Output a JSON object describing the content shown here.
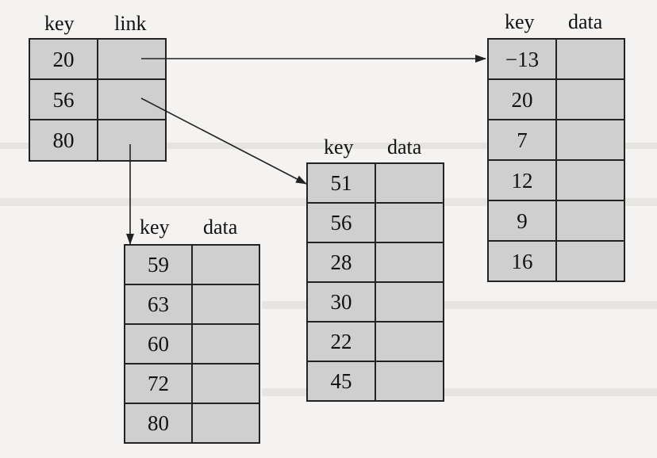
{
  "index_table": {
    "headers": [
      "key",
      "link"
    ],
    "rows": [
      {
        "key": "20"
      },
      {
        "key": "56"
      },
      {
        "key": "80"
      }
    ]
  },
  "block_top": {
    "headers": [
      "key",
      "data"
    ],
    "rows": [
      {
        "key": "−13"
      },
      {
        "key": "20"
      },
      {
        "key": "7"
      },
      {
        "key": "12"
      },
      {
        "key": "9"
      },
      {
        "key": "16"
      }
    ]
  },
  "block_middle": {
    "headers": [
      "key",
      "data"
    ],
    "rows": [
      {
        "key": "51"
      },
      {
        "key": "56"
      },
      {
        "key": "28"
      },
      {
        "key": "30"
      },
      {
        "key": "22"
      },
      {
        "key": "45"
      }
    ]
  },
  "block_bottom": {
    "headers": [
      "key",
      "data"
    ],
    "rows": [
      {
        "key": "59"
      },
      {
        "key": "63"
      },
      {
        "key": "60"
      },
      {
        "key": "72"
      },
      {
        "key": "80"
      }
    ]
  },
  "colors": {
    "cell_fill": "#cfcfcf",
    "line": "#222222",
    "background": "#f4f3f1"
  }
}
